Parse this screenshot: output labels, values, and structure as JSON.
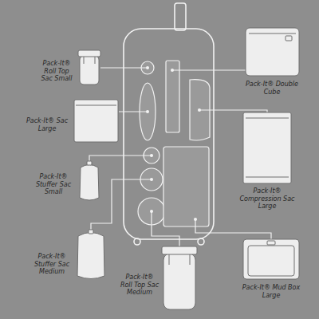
{
  "diagram": {
    "nodes": [
      {
        "text": [
          "Pack-It® Roll Top Sac Small"
        ]
      },
      {
        "text": [
          "Pack-It® Double Cube"
        ]
      },
      {
        "text": [
          "Pack-It® Sac Large"
        ]
      },
      {
        "text": [
          "Pack-It® Compression Sac Large"
        ]
      },
      {
        "text": [
          "Pack-It® Stuffer Sac Small"
        ]
      },
      {
        "text": [
          "Pack-It® Stuffer Sac Medium"
        ]
      },
      {
        "text": [
          "Pack-It® Roll Top Sac Medium"
        ]
      },
      {
        "text": [
          "Pack-It® Mud Box Large"
        ]
      }
    ]
  }
}
